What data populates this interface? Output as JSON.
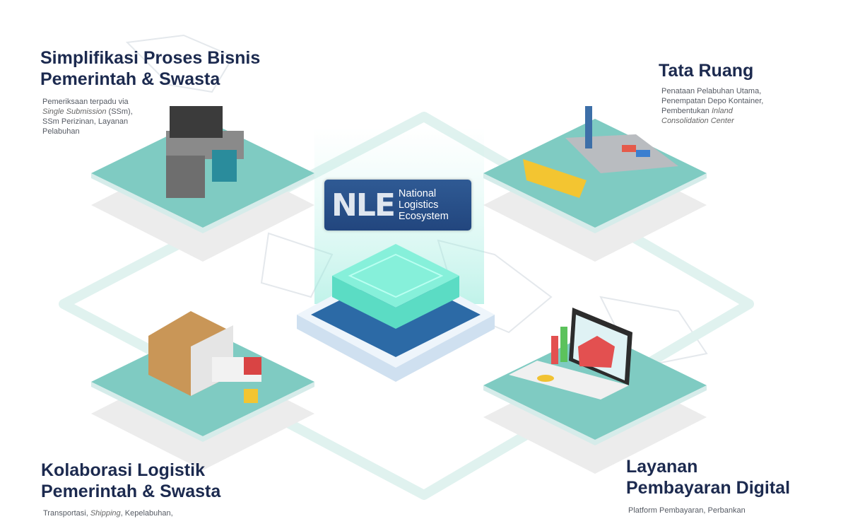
{
  "logo": {
    "mark": "NLE",
    "line1": "National",
    "line2": "Logistics",
    "line3": "Ecosystem"
  },
  "sections": {
    "top_left": {
      "title_line1": "Simplifikasi Proses Bisnis",
      "title_line2": "Pemerintah & Swasta",
      "desc_1": "Pemeriksaan terpadu via",
      "desc_2_italic": "Single Submission",
      "desc_2_rest": " (SSm),",
      "desc_3": "SSm Perizinan, Layanan",
      "desc_4": "Pelabuhan"
    },
    "top_right": {
      "title": "Tata Ruang",
      "desc_1": "Penataan Pelabuhan Utama,",
      "desc_2": "Penempatan Depo Kontainer,",
      "desc_3": "Pembentukan ",
      "desc_3_italic": "Inland",
      "desc_4_italic": "Consolidation Center"
    },
    "bottom_left": {
      "title_line1": "Kolaborasi Logistik",
      "title_line2": "Pemerintah & Swasta",
      "desc_1": "Transportasi, ",
      "desc_1_italic": "Shipping",
      "desc_1_rest": ", Kepelabuhan,"
    },
    "bottom_right": {
      "title_line1": "Layanan",
      "title_line2": "Pembayaran Digital",
      "desc_1": "Platform Pembayaran, Perbankan"
    }
  },
  "colors": {
    "tile": "#7fcbc2",
    "title": "#1c2a4f",
    "logo_bg": "#2a4f88",
    "chip": "#6fe6cf"
  }
}
